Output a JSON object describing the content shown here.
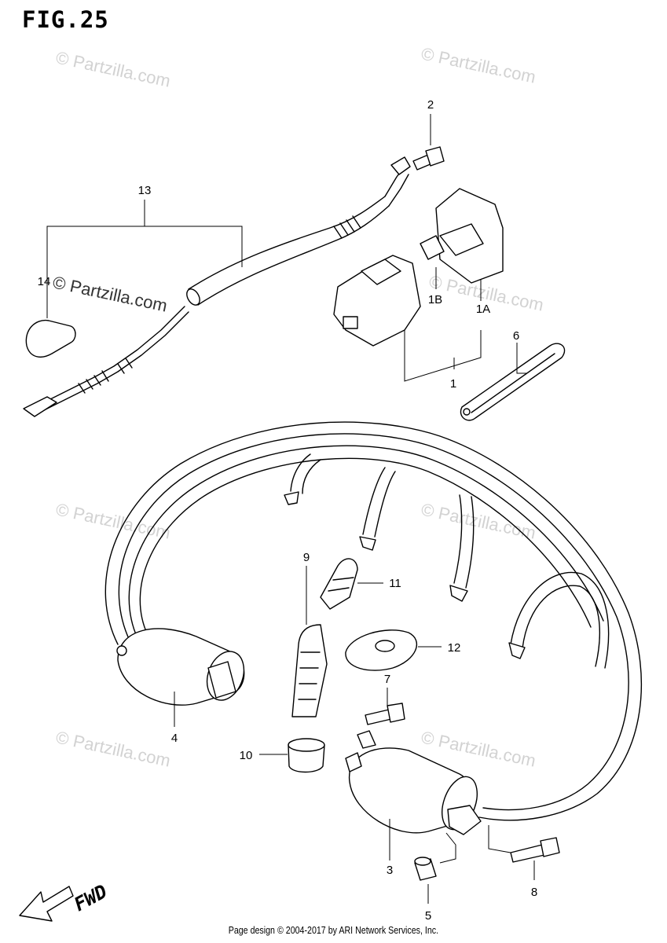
{
  "figure": {
    "title": "FIG.25"
  },
  "watermark": {
    "text": "© Partzilla.com"
  },
  "callouts": {
    "c1": "1",
    "c1a": "1A",
    "c1b": "1B",
    "c2": "2",
    "c3": "3",
    "c4": "4",
    "c5": "5",
    "c6": "6",
    "c7": "7",
    "c8": "8",
    "c9": "9",
    "c10": "10",
    "c11": "11",
    "c12": "12",
    "c13": "13",
    "c14": "14"
  },
  "direction": {
    "label": "FWD"
  },
  "footer": {
    "text": "Page design © 2004-2017 by ARI Network Services, Inc."
  }
}
